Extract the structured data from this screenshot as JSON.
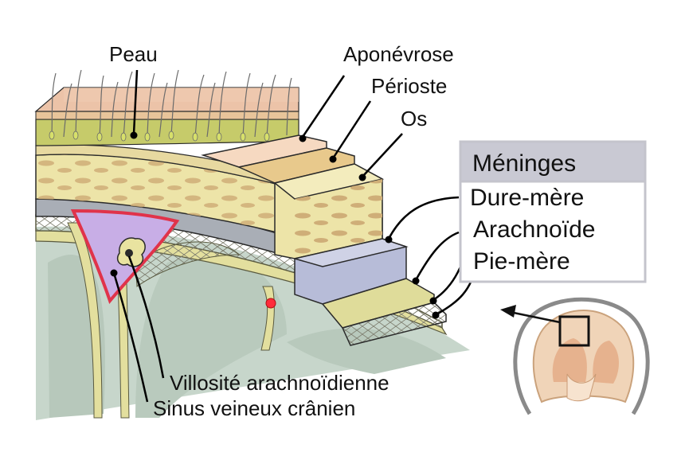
{
  "labels": {
    "skin": "Peau",
    "aponeurosis": "Aponévrose",
    "periosteum": "Périoste",
    "bone": "Os",
    "arachnoid_villus": "Villosité arachnoïdienne",
    "venous_sinus": "Sinus veineux crânien"
  },
  "meninges": {
    "title": "Méninges",
    "items": [
      "Dure-mère",
      "Arachnoïde",
      "Pie-mère"
    ]
  },
  "colors": {
    "skin": "#ecc3a8",
    "subcutaneous": "#c6cb6a",
    "aponeurosis": "#f6d9c1",
    "periosteum": "#e8c98c",
    "bone": "#ede4a8",
    "bone_spots": "#cfae78",
    "dura": "#b7bcd8",
    "arachnoid": "#dfdc9a",
    "sinus": "#c8aee6",
    "sinus_border": "#e0334a",
    "brain": "#c9d7cd",
    "legend_header": "#c9c9d3",
    "outline": "#1b1b1b"
  }
}
